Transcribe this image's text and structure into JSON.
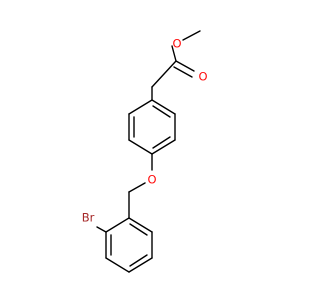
{
  "molecule": {
    "atoms": [
      {
        "id": "o_methyl",
        "label": "O",
        "color": "#ff0d0d"
      },
      {
        "id": "o_carbonyl",
        "label": "O",
        "color": "#ff0d0d"
      },
      {
        "id": "o_ether",
        "label": "O",
        "color": "#ff0d0d"
      },
      {
        "id": "br",
        "label": "Br",
        "color": "#a62929"
      }
    ],
    "bond_color": "#000000"
  }
}
